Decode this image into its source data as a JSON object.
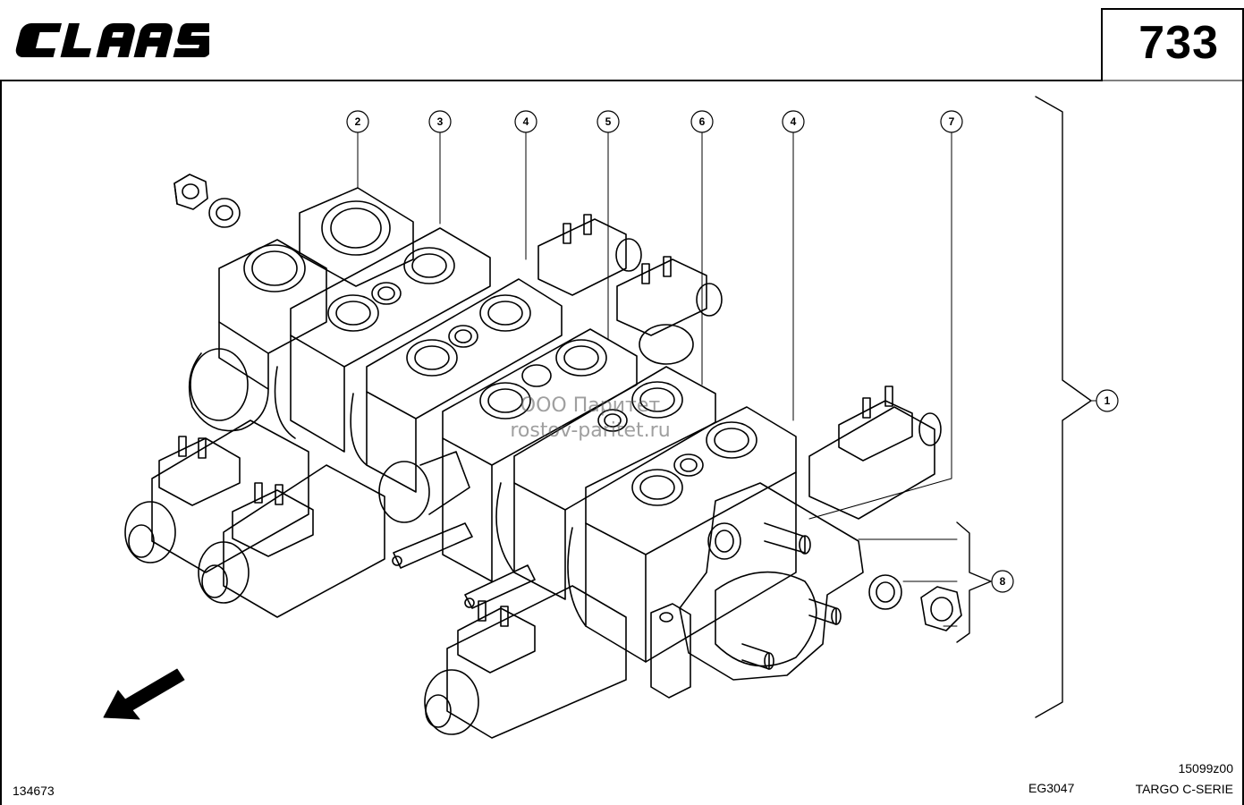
{
  "header": {
    "brand": "CLAAS",
    "page_number": "733"
  },
  "callouts": [
    {
      "num": "2"
    },
    {
      "num": "3"
    },
    {
      "num": "4"
    },
    {
      "num": "5"
    },
    {
      "num": "6"
    },
    {
      "num": "4"
    },
    {
      "num": "7"
    },
    {
      "num": "1"
    },
    {
      "num": "8"
    }
  ],
  "watermark": {
    "line1": "ООО Паритет",
    "line2": "rostov-paritet.ru"
  },
  "footer": {
    "left_code": "134673",
    "center_code": "EG3047",
    "right_code_top": "15099z00",
    "right_code_bottom": "TARGO C-SERIE"
  },
  "colors": {
    "line": "#000000",
    "background": "#ffffff"
  }
}
